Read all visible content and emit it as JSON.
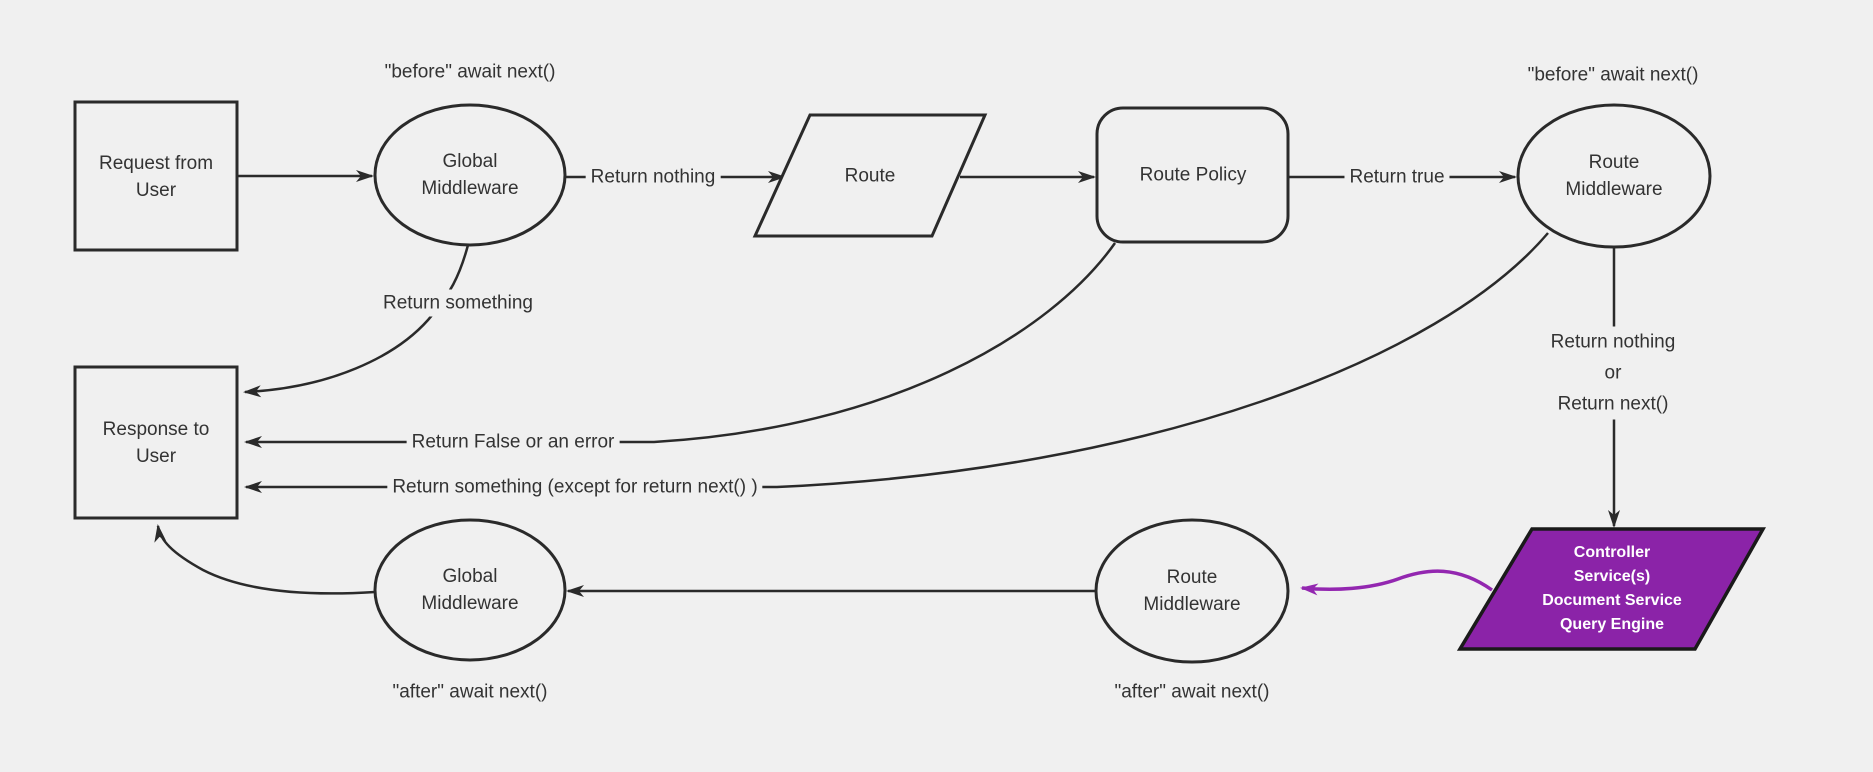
{
  "diagram_type": "flowchart",
  "colors": {
    "background": "#f0f0f0",
    "line": "#2a2a2a",
    "text": "#333333",
    "controller_fill": "#8b23a8",
    "controller_border": "#1a1a1a",
    "controller_arrow": "#9327b0",
    "controller_text": "#ffffff"
  },
  "nodes": {
    "request": {
      "shape": "rectangle",
      "lines": [
        "Request from",
        "User"
      ]
    },
    "global_middleware_top": {
      "shape": "ellipse",
      "lines": [
        "Global",
        "Middleware"
      ]
    },
    "route": {
      "shape": "parallelogram",
      "label": "Route"
    },
    "route_policy": {
      "shape": "rounded-rectangle",
      "label": "Route Policy"
    },
    "route_middleware_top": {
      "shape": "ellipse",
      "lines": [
        "Route",
        "Middleware"
      ]
    },
    "controller": {
      "shape": "parallelogram",
      "lines": [
        "Controller",
        "Service(s)",
        "Document Service",
        "Query Engine"
      ]
    },
    "route_middleware_bottom": {
      "shape": "ellipse",
      "lines": [
        "Route",
        "Middleware"
      ]
    },
    "global_middleware_bottom": {
      "shape": "ellipse",
      "lines": [
        "Global",
        "Middleware"
      ]
    },
    "response": {
      "shape": "rectangle",
      "lines": [
        "Response to",
        "User"
      ]
    }
  },
  "edge_labels": {
    "return_nothing": "Return nothing",
    "return_true": "Return true",
    "return_something": "Return something",
    "return_false_or_error": "Return False or an error",
    "return_something_except": "Return something (except for return next() )",
    "return_nothing_or_next": {
      "lines": [
        "Return nothing",
        "or",
        "Return next()"
      ]
    }
  },
  "annotations": {
    "before_global": "\"before\" await next()",
    "before_route": "\"before\" await next()",
    "after_global": "\"after\" await next()",
    "after_route": "\"after\" await next()"
  }
}
